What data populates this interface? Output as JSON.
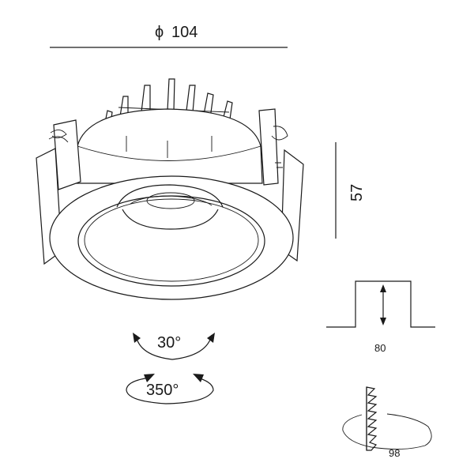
{
  "dimensions": {
    "diameter": {
      "symbol": "ϕ",
      "value": "104"
    },
    "height": "57",
    "cutout_height": "80",
    "ceiling_thickness": "98"
  },
  "adjustments": {
    "tilt": "30°",
    "rotation": "350°"
  }
}
